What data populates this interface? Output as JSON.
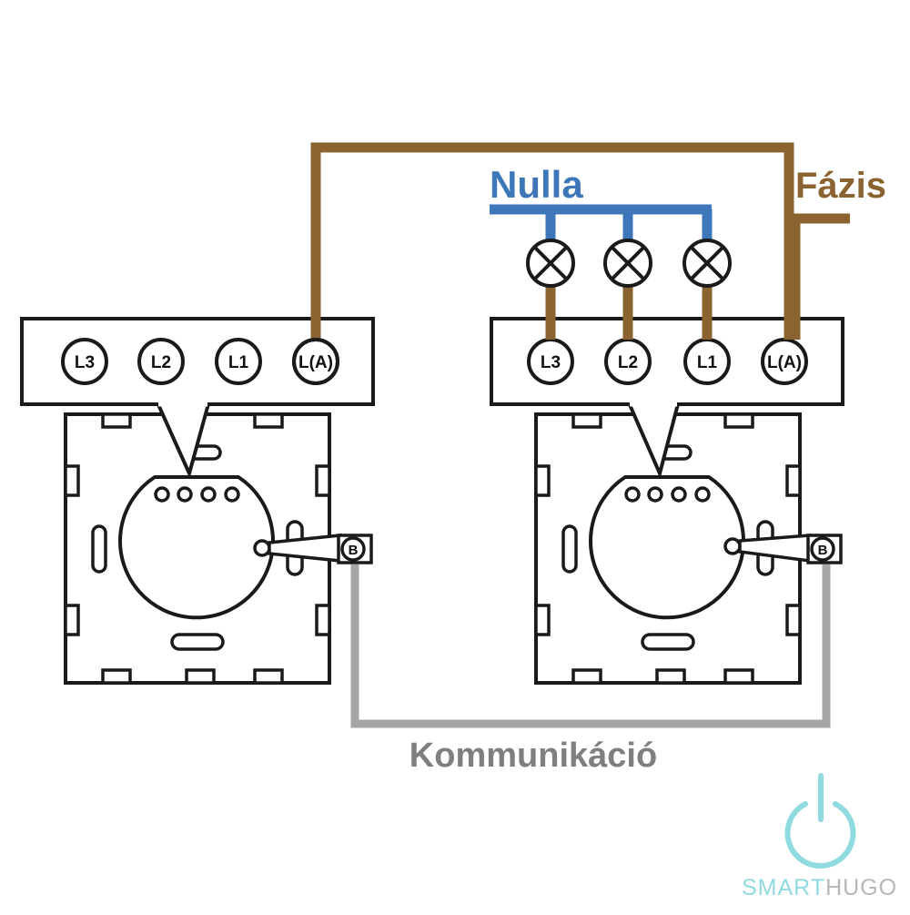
{
  "labels": {
    "neutral": "Nulla",
    "phase": "Fázis",
    "communication": "Kommunikáció"
  },
  "terminals": {
    "left_switch": [
      "L3",
      "L2",
      "L1",
      "L(A)"
    ],
    "right_switch": [
      "L3",
      "L2",
      "L1",
      "L(A)"
    ]
  },
  "connector_label": "B",
  "logo": {
    "part1": "SMART",
    "part2": "HUGO"
  },
  "colors": {
    "phase_wire": "#8b6330",
    "neutral_wire": "#3d76b9",
    "communication_wire": "#a6a6a6",
    "outline": "#1a1a1a",
    "logo_accent": "#8fdbe0",
    "logo_text": "#b7b7b7"
  }
}
